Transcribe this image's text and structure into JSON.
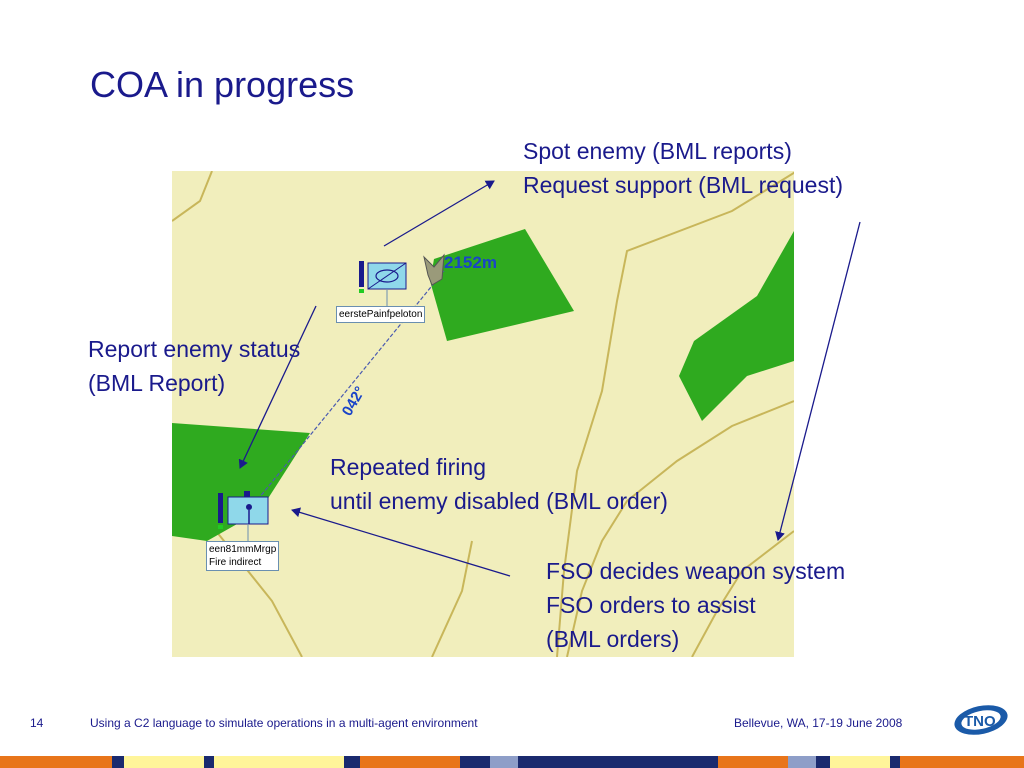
{
  "slide": {
    "title": "COA in progress",
    "page_number": "14",
    "footer_text": "Using a C2 language to simulate operations in a multi-agent environment",
    "footer_location": "Bellevue, WA,  17-19 June 2008",
    "logo_text": "TNO"
  },
  "annotations": {
    "spot_enemy": [
      "Spot  enemy (BML reports)",
      "Request support (BML request)"
    ],
    "report_enemy": [
      "Report enemy status",
      "(BML Report)"
    ],
    "repeated_firing": [
      "Repeated firing",
      "until enemy disabled (BML order)"
    ],
    "fso": [
      "FSO decides weapon system",
      "FSO orders to assist",
      "(BML orders)"
    ]
  },
  "map": {
    "distance_label": "2152m",
    "bearing_label": "042°",
    "unit_top_label": "eerstePainfpeloton",
    "unit_bottom_label_1": "een81mmMrgp",
    "unit_bottom_label_2": "Fire indirect"
  },
  "colors": {
    "title": "#1a1a8c",
    "map_background": "#f1eebc",
    "terrain_green": "#2faa1f",
    "road": "#c8b65a",
    "unit_fill": "#8fd8ea",
    "arrow": "#1a1a8c",
    "bar_orange": "#e8751a",
    "bar_navy": "#1a2a6e",
    "bar_yellow": "#fff59a"
  }
}
